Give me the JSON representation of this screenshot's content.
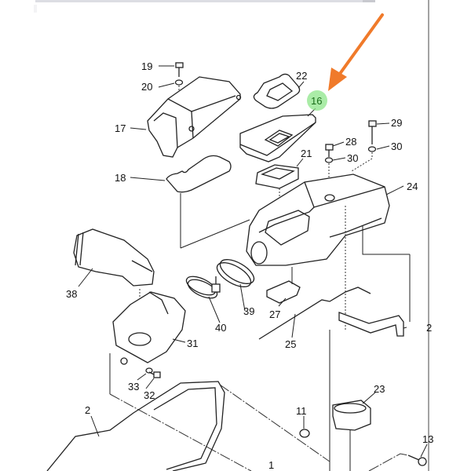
{
  "diagram": {
    "title": "Air filter / intake assembly exploded parts diagram",
    "highlight": {
      "part_number": "16",
      "highlight_color": "#8ee68a",
      "arrow_color": "#f07a2a"
    },
    "callouts": [
      {
        "id": "c19",
        "label": "19"
      },
      {
        "id": "c20",
        "label": "20"
      },
      {
        "id": "c17",
        "label": "17"
      },
      {
        "id": "c18",
        "label": "18"
      },
      {
        "id": "c22",
        "label": "22"
      },
      {
        "id": "c16",
        "label": "16"
      },
      {
        "id": "c21",
        "label": "21"
      },
      {
        "id": "c28",
        "label": "28"
      },
      {
        "id": "c30a",
        "label": "30"
      },
      {
        "id": "c29",
        "label": "29"
      },
      {
        "id": "c30b",
        "label": "30"
      },
      {
        "id": "c24",
        "label": "24"
      },
      {
        "id": "c38",
        "label": "38"
      },
      {
        "id": "c40",
        "label": "40"
      },
      {
        "id": "c39",
        "label": "39"
      },
      {
        "id": "c27",
        "label": "27"
      },
      {
        "id": "c25",
        "label": "25"
      },
      {
        "id": "c2r",
        "label": "2"
      },
      {
        "id": "c31",
        "label": "31"
      },
      {
        "id": "c33",
        "label": "33"
      },
      {
        "id": "c32",
        "label": "32"
      },
      {
        "id": "c2",
        "label": "2"
      },
      {
        "id": "c23",
        "label": "23"
      },
      {
        "id": "c11",
        "label": "11"
      },
      {
        "id": "c1",
        "label": "1"
      },
      {
        "id": "c13",
        "label": "13"
      }
    ]
  }
}
